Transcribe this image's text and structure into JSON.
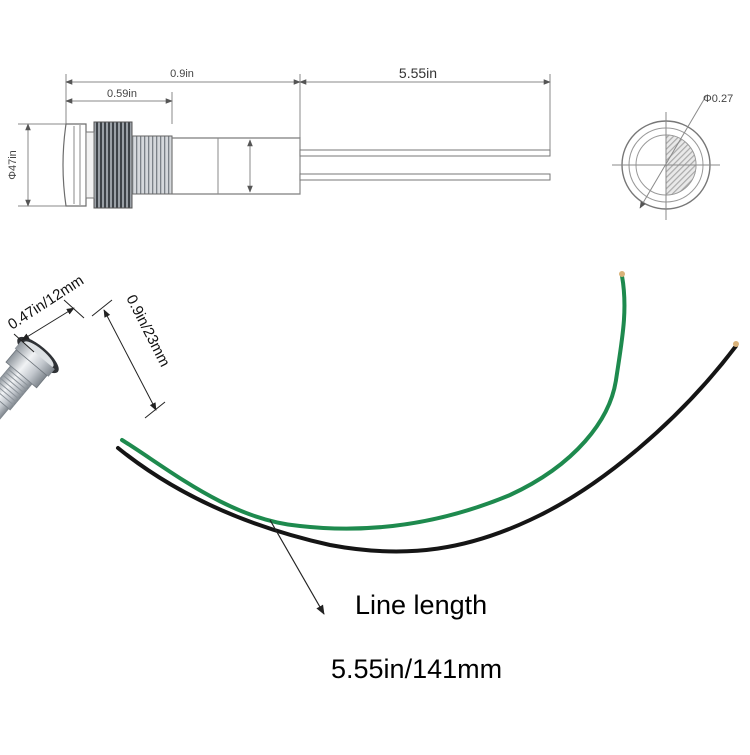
{
  "technical_drawing": {
    "overall_length": "0.9in",
    "body_length": "0.59in",
    "wire_length": "5.55in",
    "diameter": "Φ47in",
    "face_diameter": "Φ0.27"
  },
  "photo": {
    "diameter_label": "0.47in/12mm",
    "length_label": "0.9in/23mm"
  },
  "caption": {
    "line1": "Line length",
    "line2": "5.55in/141mm"
  },
  "colors": {
    "drawing_line": "#8a8a8a",
    "green_wire": "#1e8a4e",
    "black_wire": "#151515",
    "blue_collar": "#2a8fd6",
    "chrome": "#c7ccd2"
  }
}
